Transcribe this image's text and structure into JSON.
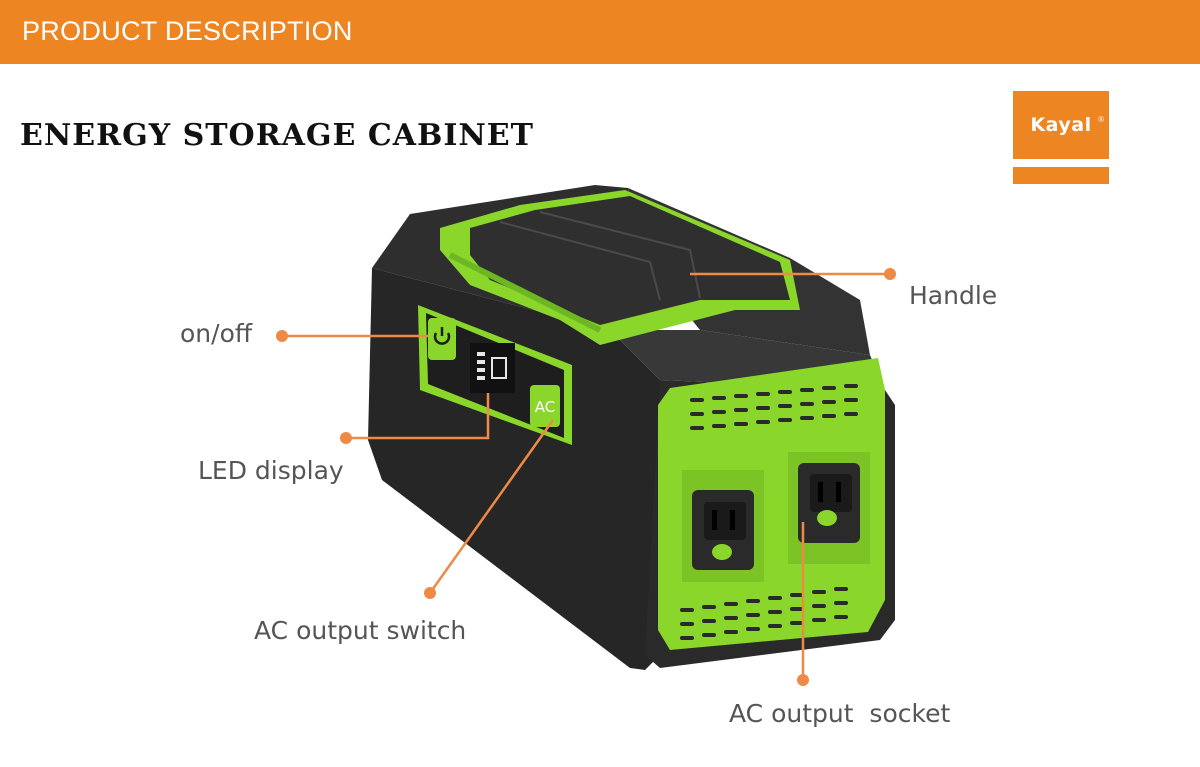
{
  "banner": {
    "title": "PRODUCT DESCRIPTION",
    "color": "#ee8523"
  },
  "heading": {
    "title": "ENERGY STORAGE CABINET"
  },
  "logo": {
    "text": "Kayal",
    "mark": "®"
  },
  "callouts": {
    "handle": "Handle",
    "on_off": "on/off",
    "led_display": "LED display",
    "ac_switch": "AC output switch",
    "ac_socket": "AC output  socket"
  },
  "device": {
    "ac_button_label": "AC",
    "body_color": "#2b2b2b",
    "accent_color": "#8bd62a",
    "callout_color": "#ee8a45"
  }
}
